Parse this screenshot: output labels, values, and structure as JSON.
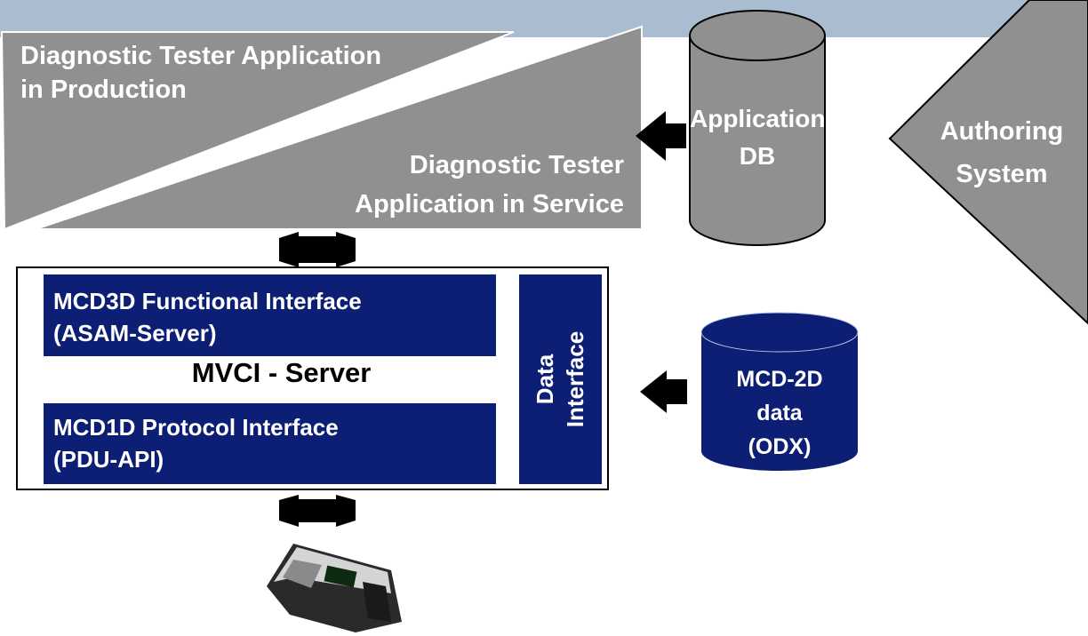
{
  "colors": {
    "banner": "#a9bcd0",
    "gray_shape": "#909090",
    "navy": "#0d1f74",
    "arrow": "#000000"
  },
  "tester": {
    "production_line1": "Diagnostic Tester Application",
    "production_line2": "in Production",
    "service_line1": "Diagnostic Tester",
    "service_line2": "Application in Service"
  },
  "application_db": {
    "line1": "Application",
    "line2": "DB"
  },
  "authoring": {
    "line1": "Authoring",
    "line2": "System"
  },
  "mvci": {
    "title": "MVCI - Server",
    "functional_line1": "MCD3D Functional Interface",
    "functional_line2": "(ASAM-Server)",
    "protocol_line1": "MCD1D Protocol Interface",
    "protocol_line2": "(PDU-API)",
    "data_interface_line1": "Data",
    "data_interface_line2": "Interface"
  },
  "odx": {
    "line1": "MCD-2D",
    "line2": "data",
    "line3": "(ODX)"
  },
  "icons": {
    "device": "vci-device-icon",
    "arrow_left": "arrow-left-icon",
    "arrow_updown": "double-arrow-vertical-icon"
  }
}
